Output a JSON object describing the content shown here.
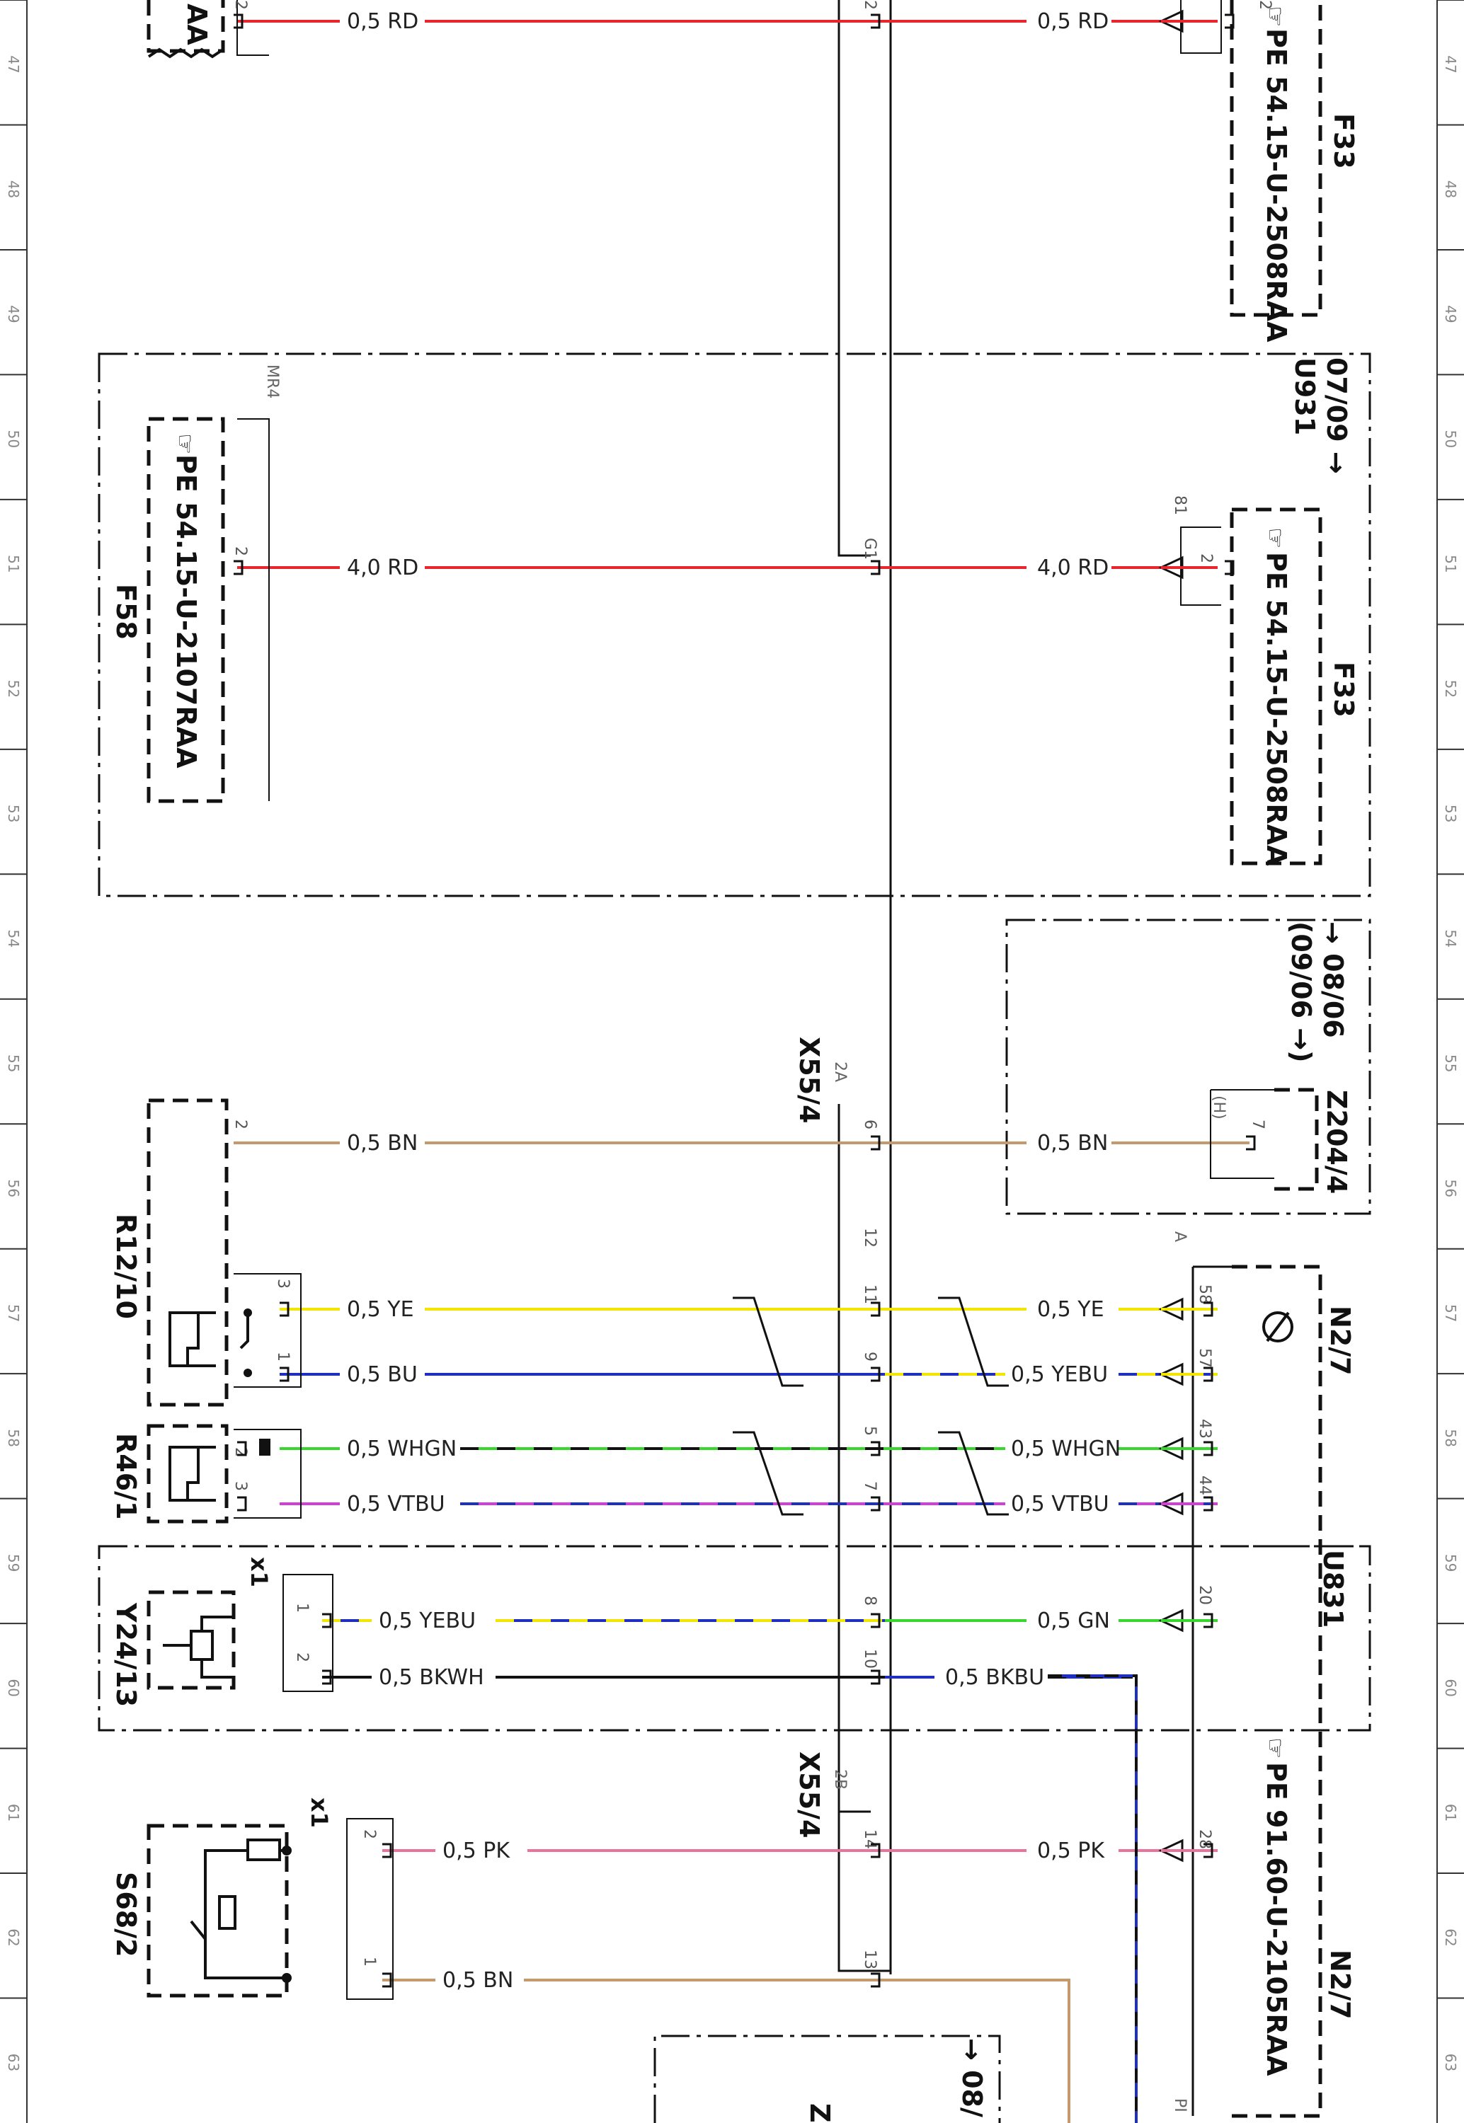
{
  "ruler": {
    "numbers": [
      "47",
      "48",
      "49",
      "50",
      "51",
      "52",
      "53",
      "54",
      "55",
      "56",
      "57",
      "58",
      "59",
      "60",
      "61",
      "62",
      "63"
    ]
  },
  "areas": {
    "u931": "U931",
    "u931_date": "07/09 →",
    "z204_date1": "→ 08/06",
    "z204_date2": "(09/06 →)",
    "u831": "U831",
    "bottom_date": "→ 08/",
    "bottom_z": "Z"
  },
  "components": {
    "f58_ref": "PE 54.15-U-2107RAA",
    "f58": "F58",
    "mr4": "MR4",
    "f33_ref_top": "PE 54.15-U-2508RAA",
    "f33_top": "F33",
    "f33_ref_mid": "PE 54.15-U-2508RAA",
    "f33_mid": "F33",
    "topleft_ref": "AA",
    "x55_4_a": "X55/4",
    "x55_4_a_pin": "2A",
    "x55_4_b": "X55/4",
    "x55_4_b_pin": "2B",
    "z204_4": "Z204/4",
    "z204_h": "(H)",
    "r12_10": "R12/10",
    "r46_1": "R46/1",
    "y24_13": "Y24/13",
    "y24_x1": "x1",
    "s68_2": "S68/2",
    "s68_x1": "x1",
    "n2_7": "N2/7",
    "n2_7_a": "A",
    "n2_7_ref": "PE 91.60-U-2105RAA",
    "n2_7_b": "N2/7",
    "pl": "PI"
  },
  "wires": {
    "top_l": "0,5 RD",
    "top_r": "0,5 RD",
    "g1_l": "4,0 RD",
    "g1_r": "4,0 RD",
    "bn_l": "0,5 BN",
    "bn_r": "0,5 BN",
    "ye_l": "0,5 YE",
    "ye_r": "0,5 YE",
    "bu_l": "0,5 BU",
    "yebu_r": "0,5 YEBU",
    "whgn_l": "0,5 WHGN",
    "whgn_r": "0,5 WHGN",
    "vtbu_l": "0,5 VTBU",
    "vtbu_r": "0,5 VTBU",
    "yebu_l": "0,5 YEBU",
    "gn_r": "0,5 GN",
    "bkwh_l": "0,5 BKWH",
    "bkbu_r": "0,5 BKBU",
    "pk_l": "0,5 PK",
    "pk_r": "0,5 PK",
    "bn2_l": "0,5 BN"
  },
  "pins": {
    "p_top_l": "2",
    "p_top_c": "2",
    "p_top_r": "2",
    "p_f58": "2",
    "p_g1": "G1",
    "p_81": "81",
    "p_f33mid": "2",
    "p_r12_2": "2",
    "p_6": "6",
    "p_z204_7": "7",
    "p_12": "12",
    "p_11": "11",
    "p_9": "9",
    "p_5": "5",
    "p_7": "7",
    "p_r12_3": "3",
    "p_r12_1": "1",
    "p_r46_2": "2",
    "p_r46_3": "3",
    "p_58": "58",
    "p_57": "57",
    "p_43": "43",
    "p_44": "44",
    "p_8": "8",
    "p_10": "10",
    "p_20": "20",
    "p_y_1": "1",
    "p_y_2": "2",
    "p_14": "14",
    "p_13": "13",
    "p_28": "28",
    "p_s_2": "2",
    "p_s_1": "1"
  },
  "colors": {
    "rd": "#e8262d",
    "bn": "#c49a6c",
    "ye": "#f2e600",
    "bu": "#1f2fbf",
    "gn": "#39d62e",
    "pk": "#e8739c",
    "vt": "#d23fd8",
    "bk": "#111111",
    "wh": "#ffffff"
  },
  "icons": {
    "pointer": "hand-pointer-icon",
    "sensor": "sensor-icon"
  }
}
